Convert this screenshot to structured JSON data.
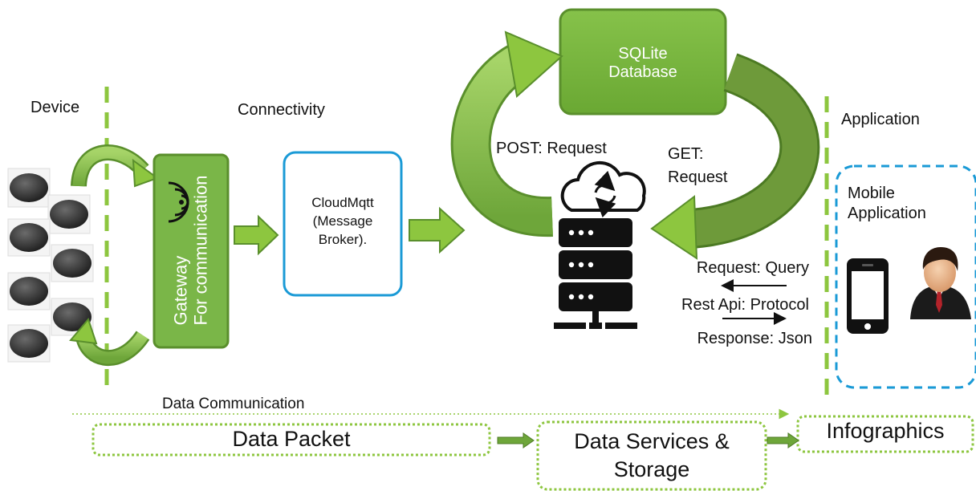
{
  "sections": {
    "device": "Device",
    "connectivity": "Connectivity",
    "application": "Application"
  },
  "gateway": {
    "line1": "Gateway",
    "line2": "For communication"
  },
  "broker": {
    "line1": "CloudMqtt",
    "line2": "(Message",
    "line3": "Broker)."
  },
  "database": {
    "line1": "SQLite",
    "line2": "Database"
  },
  "requests": {
    "post": "POST: Request",
    "get_line1": "GET:",
    "get_line2": "Request"
  },
  "api": {
    "request_query": "Request: Query",
    "rest_api": "Rest Api: Protocol",
    "response": "Response: Json"
  },
  "mobile": {
    "line1": "Mobile",
    "line2": "Application"
  },
  "flow": {
    "data_communication": "Data Communication",
    "data_packet": "Data Packet",
    "data_services_line1": "Data Services &",
    "data_services_line2": "Storage",
    "infographics": "Infographics"
  },
  "colors": {
    "green_light": "#8dc63f",
    "green_dark": "#5a8f2c",
    "green_box": "#7ab648",
    "blue": "#1a9ad6",
    "divider": "#8dc63f"
  },
  "icons": [
    "sensor-device-icon",
    "wifi-signal-icon",
    "cloud-server-icon",
    "smartphone-icon",
    "user-avatar-icon"
  ]
}
